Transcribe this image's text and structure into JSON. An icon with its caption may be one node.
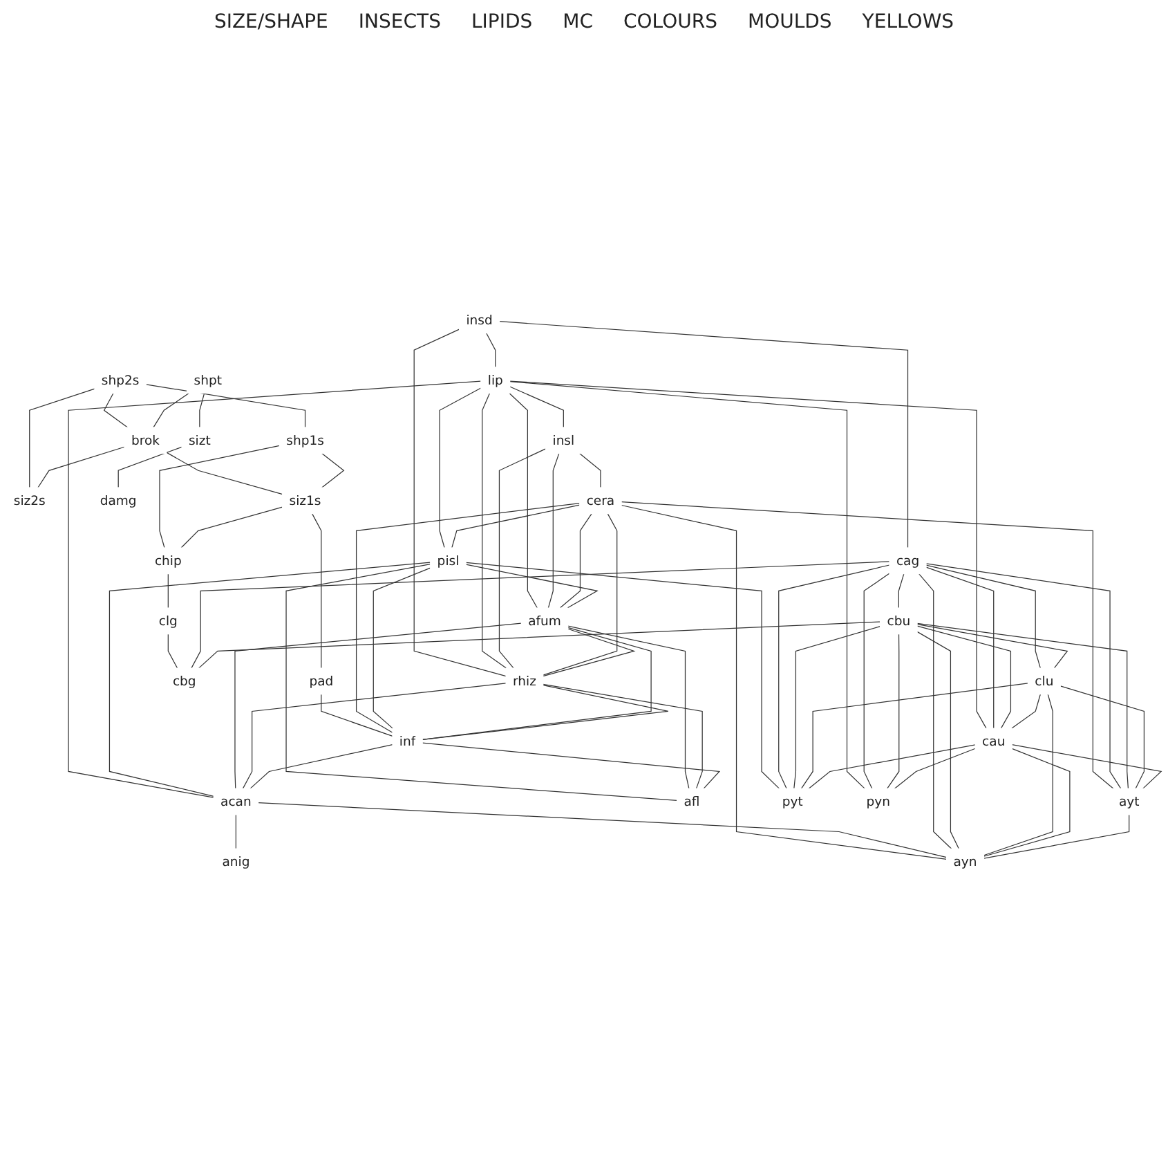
{
  "diagram": {
    "nodes": [
      {
        "text": [
          "shp2s"
        ]
      },
      {
        "text": [
          "shpt"
        ]
      },
      {
        "text": [
          "brok"
        ]
      },
      {
        "text": [
          "shp1s"
        ]
      },
      {
        "text": [
          "siz2s"
        ]
      },
      {
        "text": [
          "sizt"
        ]
      },
      {
        "text": [
          "siz1s"
        ]
      },
      {
        "text": [
          "chip"
        ]
      },
      {
        "text": [
          "damg"
        ]
      },
      {
        "text": [
          "pad"
        ]
      },
      {
        "text": [
          "insd"
        ]
      },
      {
        "text": [
          "lip"
        ]
      },
      {
        "text": [
          "insl"
        ]
      },
      {
        "text": [
          "cera"
        ]
      },
      {
        "text": [
          "pisl"
        ]
      },
      {
        "text": [
          "afum"
        ]
      },
      {
        "text": [
          "rhiz"
        ]
      },
      {
        "text": [
          "inf"
        ]
      },
      {
        "text": [
          "clg"
        ]
      },
      {
        "text": [
          "cag"
        ]
      },
      {
        "text": [
          "cbu"
        ]
      },
      {
        "text": [
          "cbg"
        ]
      },
      {
        "text": [
          "acan"
        ]
      },
      {
        "text": [
          "clu"
        ]
      },
      {
        "text": [
          "anig"
        ]
      },
      {
        "text": [
          "afl"
        ]
      },
      {
        "text": [
          "cau"
        ]
      },
      {
        "text": [
          "ayt"
        ]
      },
      {
        "text": [
          "ayn"
        ]
      },
      {
        "text": [
          "pyt"
        ]
      },
      {
        "text": [
          "pyn"
        ]
      }
    ],
    "edges": [
      {
        "from": 0,
        "to": 2,
        "arrow": "none"
      },
      {
        "from": 0,
        "to": 3,
        "arrow": "none"
      },
      {
        "from": 0,
        "to": 4,
        "arrow": "none"
      },
      {
        "from": 1,
        "to": 2,
        "arrow": "none"
      },
      {
        "from": 2,
        "to": 4,
        "arrow": "none"
      },
      {
        "from": 2,
        "to": 6,
        "arrow": "none"
      },
      {
        "from": 3,
        "to": 6,
        "arrow": "none"
      },
      {
        "from": 3,
        "to": 7,
        "arrow": "none"
      },
      {
        "from": 6,
        "to": 7,
        "arrow": "none"
      },
      {
        "from": 1,
        "to": 5,
        "arrow": "none"
      },
      {
        "from": 5,
        "to": 8,
        "arrow": "none"
      },
      {
        "from": 6,
        "to": 9,
        "arrow": "none"
      },
      {
        "from": 9,
        "to": 17,
        "arrow": "none"
      },
      {
        "from": 7,
        "to": 18,
        "arrow": "none"
      },
      {
        "from": 18,
        "to": 21,
        "arrow": "none"
      },
      {
        "from": 19,
        "to": 21,
        "arrow": "none"
      },
      {
        "from": 20,
        "to": 21,
        "arrow": "none"
      },
      {
        "from": 10,
        "to": 11,
        "arrow": "none"
      },
      {
        "from": 10,
        "to": 16,
        "arrow": "none"
      },
      {
        "from": 10,
        "to": 19,
        "arrow": "none"
      },
      {
        "from": 11,
        "to": 12,
        "arrow": "none"
      },
      {
        "from": 11,
        "to": 14,
        "arrow": "none"
      },
      {
        "from": 11,
        "to": 15,
        "arrow": "none"
      },
      {
        "from": 11,
        "to": 16,
        "arrow": "none"
      },
      {
        "from": 11,
        "to": 22,
        "arrow": "none"
      },
      {
        "from": 11,
        "to": 26,
        "arrow": "none"
      },
      {
        "from": 11,
        "to": 30,
        "arrow": "none"
      },
      {
        "from": 12,
        "to": 15,
        "arrow": "none"
      },
      {
        "from": 12,
        "to": 16,
        "arrow": "none"
      },
      {
        "from": 12,
        "to": 13,
        "arrow": "none"
      },
      {
        "from": 13,
        "to": 14,
        "arrow": "none"
      },
      {
        "from": 13,
        "to": 15,
        "arrow": "none"
      },
      {
        "from": 13,
        "to": 17,
        "arrow": "none"
      },
      {
        "from": 13,
        "to": 16,
        "arrow": "none"
      },
      {
        "from": 13,
        "to": 27,
        "arrow": "none"
      },
      {
        "from": 13,
        "to": 28,
        "arrow": "none"
      },
      {
        "from": 14,
        "to": 15,
        "arrow": "none"
      },
      {
        "from": 14,
        "to": 17,
        "arrow": "none"
      },
      {
        "from": 14,
        "to": 22,
        "arrow": "none"
      },
      {
        "from": 14,
        "to": 25,
        "arrow": "none"
      },
      {
        "from": 14,
        "to": 29,
        "arrow": "none"
      },
      {
        "from": 15,
        "to": 16,
        "arrow": "none"
      },
      {
        "from": 15,
        "to": 17,
        "arrow": "none"
      },
      {
        "from": 15,
        "to": 22,
        "arrow": "none"
      },
      {
        "from": 15,
        "to": 25,
        "arrow": "none"
      },
      {
        "from": 16,
        "to": 17,
        "arrow": "none"
      },
      {
        "from": 16,
        "to": 22,
        "arrow": "none"
      },
      {
        "from": 16,
        "to": 25,
        "arrow": "none"
      },
      {
        "from": 17,
        "to": 22,
        "arrow": "none"
      },
      {
        "from": 17,
        "to": 25,
        "arrow": "none"
      },
      {
        "from": 22,
        "to": 24,
        "arrow": "none"
      },
      {
        "from": 22,
        "to": 28,
        "arrow": "none"
      },
      {
        "from": 19,
        "to": 27,
        "arrow": "none"
      },
      {
        "from": 19,
        "to": 28,
        "arrow": "none"
      },
      {
        "from": 19,
        "to": 30,
        "arrow": "none"
      },
      {
        "from": 19,
        "to": 29,
        "arrow": "none"
      },
      {
        "from": 19,
        "to": 20,
        "arrow": "none"
      },
      {
        "from": 19,
        "to": 23,
        "arrow": "none"
      },
      {
        "from": 19,
        "to": 26,
        "arrow": "none"
      },
      {
        "from": 20,
        "to": 27,
        "arrow": "none"
      },
      {
        "from": 20,
        "to": 28,
        "arrow": "none"
      },
      {
        "from": 20,
        "to": 29,
        "arrow": "none"
      },
      {
        "from": 20,
        "to": 30,
        "arrow": "none"
      },
      {
        "from": 20,
        "to": 23,
        "arrow": "none"
      },
      {
        "from": 20,
        "to": 26,
        "arrow": "none"
      },
      {
        "from": 23,
        "to": 27,
        "arrow": "none"
      },
      {
        "from": 23,
        "to": 28,
        "arrow": "none"
      },
      {
        "from": 23,
        "to": 29,
        "arrow": "none"
      },
      {
        "from": 23,
        "to": 26,
        "arrow": "none"
      },
      {
        "from": 26,
        "to": 27,
        "arrow": "none"
      },
      {
        "from": 26,
        "to": 28,
        "arrow": "none"
      },
      {
        "from": 26,
        "to": 30,
        "arrow": "none"
      },
      {
        "from": 26,
        "to": 29,
        "arrow": "none"
      },
      {
        "from": 27,
        "to": 28,
        "arrow": "none"
      }
    ],
    "labels": [
      "SIZE/SHAPE",
      "INSECTS",
      "LIPIDS",
      "MC",
      "COLOURS",
      "MOULDS",
      "YELLOWS"
    ]
  }
}
